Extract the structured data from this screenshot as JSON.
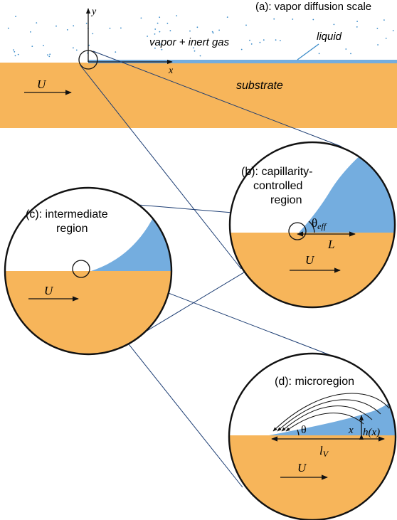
{
  "colors": {
    "substrate": "#F7B55A",
    "liquid": "#74ADDF",
    "dots": "#3A8BC9",
    "lines": "#1C3D73",
    "outline": "#111111"
  },
  "panel_a": {
    "title": "(a): vapor diffusion scale",
    "vapor_label": "vapor + inert gas",
    "liquid_label": "liquid",
    "substrate_label": "substrate",
    "velocity_label": "U",
    "axis_x": "x",
    "axis_y": "y"
  },
  "panel_b": {
    "title_line1": "(b): capillarity-",
    "title_line2": "controlled",
    "title_line3": "region",
    "angle_symbol": "θ",
    "angle_subscript": "eff",
    "length_label": "L",
    "velocity_label": "U"
  },
  "panel_c": {
    "title_line1": "(c): intermediate",
    "title_line2": "region",
    "velocity_label": "U"
  },
  "panel_d": {
    "title": "(d): microregion",
    "angle_symbol": "θ",
    "height_label": "h(x)",
    "x_label": "x",
    "length_symbol": "l",
    "length_subscript": "V",
    "velocity_label": "U"
  }
}
